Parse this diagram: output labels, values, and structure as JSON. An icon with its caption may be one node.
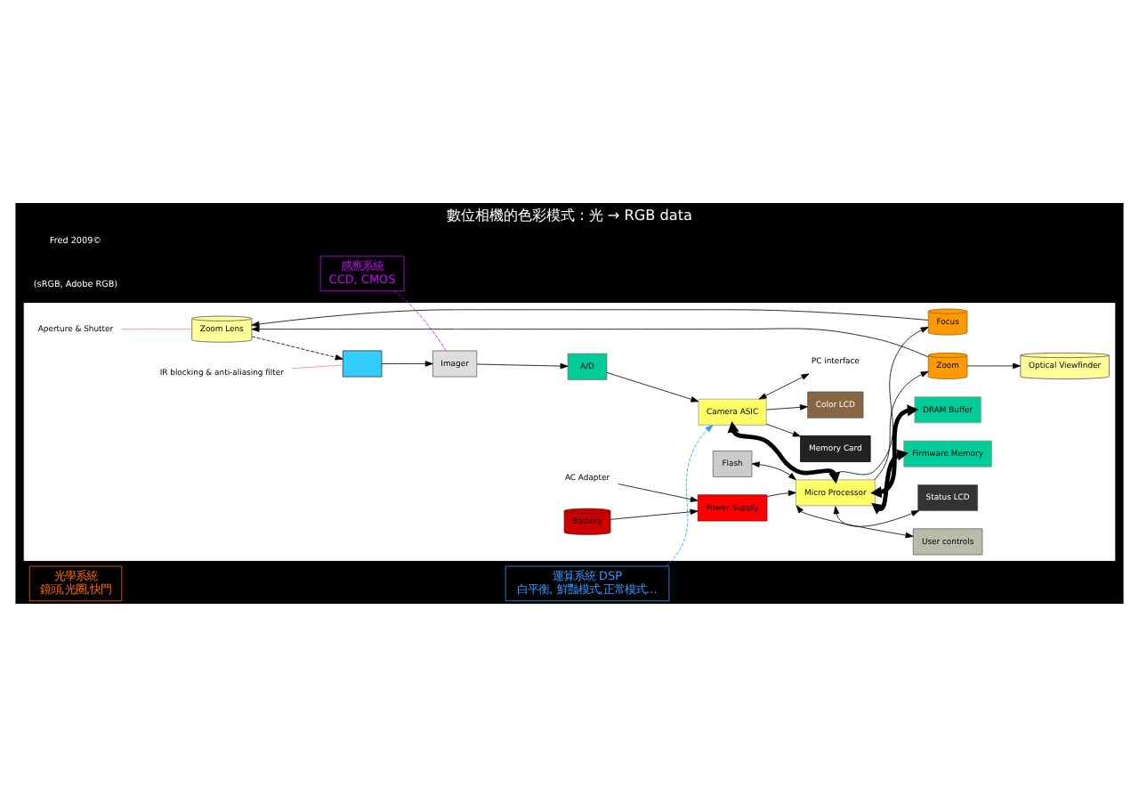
{
  "diagram": {
    "title": "數位相機的色彩模式 : 光 → RGB data",
    "nodes": [
      {
        "text": [
          "光學系統",
          "鏡頭,光圈,快門"
        ]
      },
      {
        "text": [
          "感應系統",
          "CCD, CMOS"
        ]
      },
      {
        "text": [
          "運算系統 DSP",
          "白平衡, 鮮豔模式,正常模式…"
        ]
      },
      {
        "text": [],
        "shape": "box"
      },
      {
        "text": [
          "Zoom Lens"
        ],
        "in": 3
      },
      {
        "text": [
          "Aperture & Shutter"
        ],
        "in": 3
      },
      {
        "text": [
          "IR blocking & anti-aliasing filter"
        ],
        "in": 3
      },
      {
        "text": [],
        "shape": "box",
        "in": 3
      },
      {
        "text": [
          "Imager"
        ],
        "in": 3
      },
      {
        "text": [
          "A/D"
        ],
        "in": 3
      },
      {
        "text": [
          "Memory Card"
        ],
        "in": 3
      },
      {
        "text": [
          "Camera ASIC"
        ],
        "in": 3
      },
      {
        "text": [
          "Color LCD"
        ],
        "in": 3
      },
      {
        "text": [
          "PC interface"
        ],
        "in": 3
      },
      {
        "text": [
          "Focus"
        ],
        "in": 3
      },
      {
        "text": [
          "Zoom"
        ],
        "in": 3
      },
      {
        "text": [
          "Optical Viewfinder"
        ],
        "in": 3
      },
      {
        "text": [
          "Flash"
        ],
        "in": 3
      },
      {
        "text": [
          "Micro Processor"
        ],
        "in": 3
      },
      {
        "text": [
          "DRAM Buffer"
        ],
        "in": 3
      },
      {
        "text": [
          "Firmware Memory"
        ],
        "in": 3
      },
      {
        "text": [
          "User controls"
        ],
        "in": 3
      },
      {
        "text": [
          "Status LCD"
        ],
        "in": 3
      },
      {
        "text": [
          "Power Supply"
        ],
        "in": 3
      },
      {
        "text": [
          "Battery"
        ],
        "in": 3
      },
      {
        "text": [
          "AC Adapter"
        ],
        "in": 3
      }
    ],
    "edges": [
      {
        "from": 4,
        "to": 7,
        "arrow": "to",
        "style": "dashed"
      },
      {
        "from": 7,
        "to": 8,
        "arrow": "to"
      },
      {
        "from": 8,
        "to": 9,
        "arrow": "to"
      },
      {
        "from": 9,
        "to": 11,
        "arrow": "to"
      },
      {
        "from": 11,
        "to": 10,
        "arrow": "to"
      },
      {
        "from": 11,
        "to": 12,
        "arrow": "to"
      },
      {
        "from": 11,
        "to": 13,
        "arrow": "both"
      },
      {
        "from": 11,
        "to": 18,
        "arrow": "both",
        "style": "thick"
      },
      {
        "from": 18,
        "to": 19,
        "arrow": "both",
        "style": "thick"
      },
      {
        "from": 18,
        "to": 20,
        "arrow": "both",
        "style": "thick"
      },
      {
        "from": 14,
        "to": 4,
        "arrow": "to"
      },
      {
        "from": 15,
        "to": 4,
        "arrow": "to"
      },
      {
        "from": 15,
        "to": 16,
        "arrow": "to"
      },
      {
        "from": 18,
        "to": 14,
        "arrow": "to"
      },
      {
        "from": 18,
        "to": 15,
        "arrow": "to"
      },
      {
        "from": 17,
        "to": 18,
        "arrow": "both"
      },
      {
        "from": 18,
        "to": 21,
        "arrow": "both"
      },
      {
        "from": 18,
        "to": 22,
        "arrow": "both"
      },
      {
        "from": 23,
        "to": 18,
        "arrow": "to"
      },
      {
        "from": 24,
        "to": 23,
        "arrow": "to"
      },
      {
        "from": 25,
        "to": 23,
        "arrow": "to"
      },
      {
        "from": 5,
        "to": 4,
        "arrow": "none",
        "color": "#ff8080"
      },
      {
        "from": 6,
        "to": 7,
        "arrow": "none",
        "color": "#ff8080"
      },
      {
        "from": 1,
        "to": 8,
        "arrow": "none",
        "style": "dashed",
        "color": "#cc00ff"
      },
      {
        "from": 2,
        "to": 11,
        "arrow": "to",
        "style": "dashed",
        "color": "#3399ff"
      }
    ],
    "labels": [
      "(sRGB, Adobe RGB)",
      "Fred 2009©"
    ]
  }
}
